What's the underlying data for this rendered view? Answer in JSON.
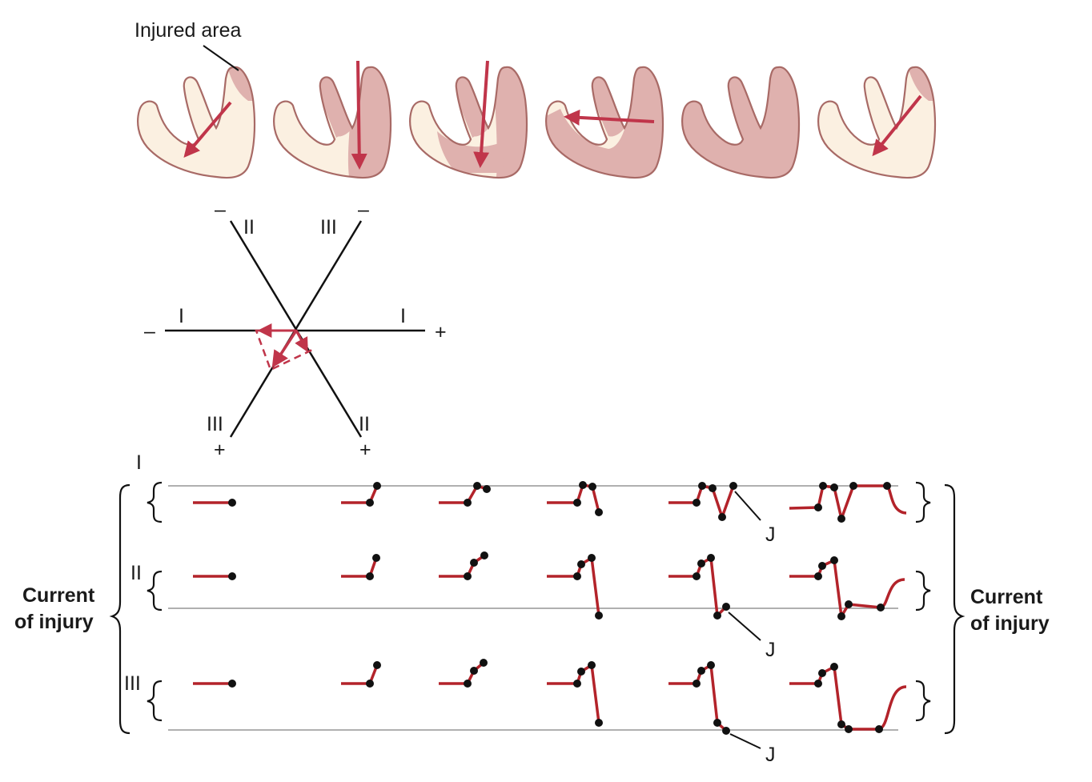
{
  "title": "",
  "callout_injured_area": "Injured area",
  "current_of_injury": "Current\nof injury",
  "lead_roman": {
    "I": "I",
    "II": "II",
    "III": "III"
  },
  "polarity": {
    "plus": "+",
    "minus": "–"
  },
  "j_label": "J",
  "colors": {
    "tissue_light": "#fbf0e1",
    "tissue_injured": "#dfb1ae",
    "tissue_outline": "#a86a66",
    "vector": "#c0354a",
    "trace": "#b3232a",
    "dot": "#111111",
    "axis": "#111111",
    "baseline": "#b0b0b0"
  },
  "hearts": [
    {
      "stage": 1
    },
    {
      "stage": 2
    },
    {
      "stage": 3
    },
    {
      "stage": 4
    },
    {
      "stage": 5
    },
    {
      "stage": 6
    }
  ]
}
